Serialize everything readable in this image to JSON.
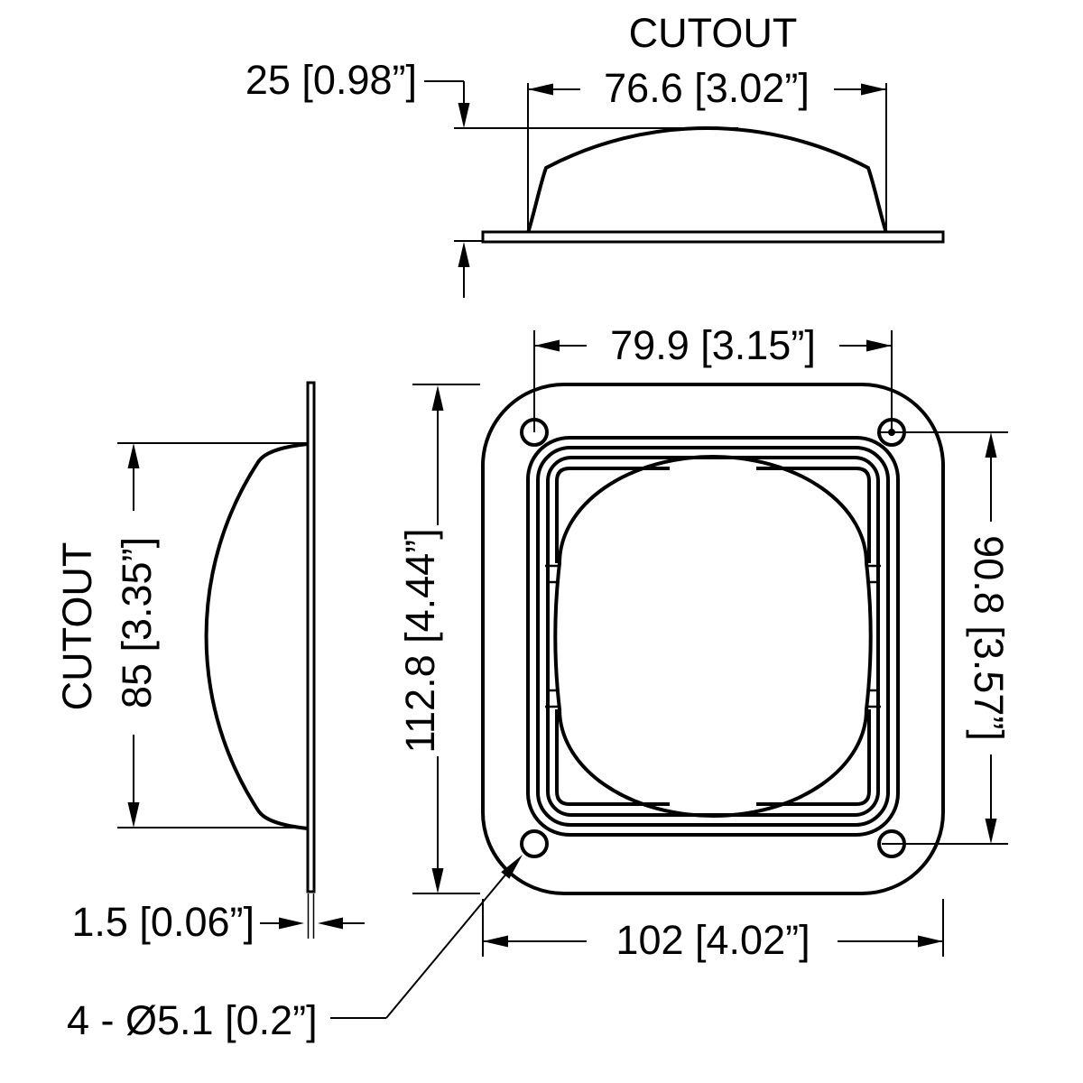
{
  "drawing": {
    "type": "technical-dimension-drawing",
    "part": "recessed dish / speaker cabinet dish with dome",
    "colors": {
      "line": "#000000",
      "background": "#ffffff"
    },
    "top_view": {
      "title": "CUTOUT",
      "dome_height_label": "25 [0.98”]",
      "dome_width_label": "76.6 [3.02”]"
    },
    "front_view": {
      "hole_spacing_horizontal_label": "79.9 [3.15”]",
      "overall_height_label": "112.8 [4.44”]",
      "hole_spacing_vertical_label": "90.8 [3.57”]",
      "overall_width_label": "102 [4.02”]",
      "hole_note_label": "4 - Ø5.1 [0.2”]"
    },
    "side_view": {
      "title": "CUTOUT",
      "cutout_height_label": "85 [3.35”]",
      "flange_thickness_label": "1.5 [0.06”]"
    }
  }
}
